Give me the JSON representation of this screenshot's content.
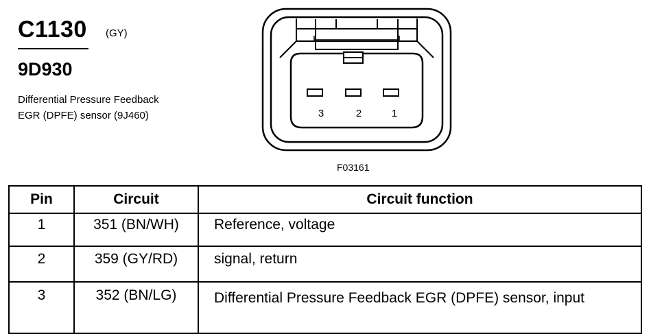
{
  "connector": {
    "id": "C1130",
    "color": "(GY)",
    "part_number": "9D930",
    "description_line1": "Differential Pressure Feedback",
    "description_line2": "EGR (DPFE) sensor (9J460)"
  },
  "diagram": {
    "figure_id": "F03161",
    "pin_labels": [
      "3",
      "2",
      "1"
    ]
  },
  "table": {
    "headers": {
      "pin": "Pin",
      "circuit": "Circuit",
      "function": "Circuit function"
    },
    "rows": [
      {
        "pin": "1",
        "circuit": "351 (BN/WH)",
        "function": "Reference, voltage"
      },
      {
        "pin": "2",
        "circuit": "359 (GY/RD)",
        "function": "signal, return"
      },
      {
        "pin": "3",
        "circuit": "352 (BN/LG)",
        "function": "Differential Pressure Feedback EGR (DPFE) sensor, input"
      }
    ]
  }
}
